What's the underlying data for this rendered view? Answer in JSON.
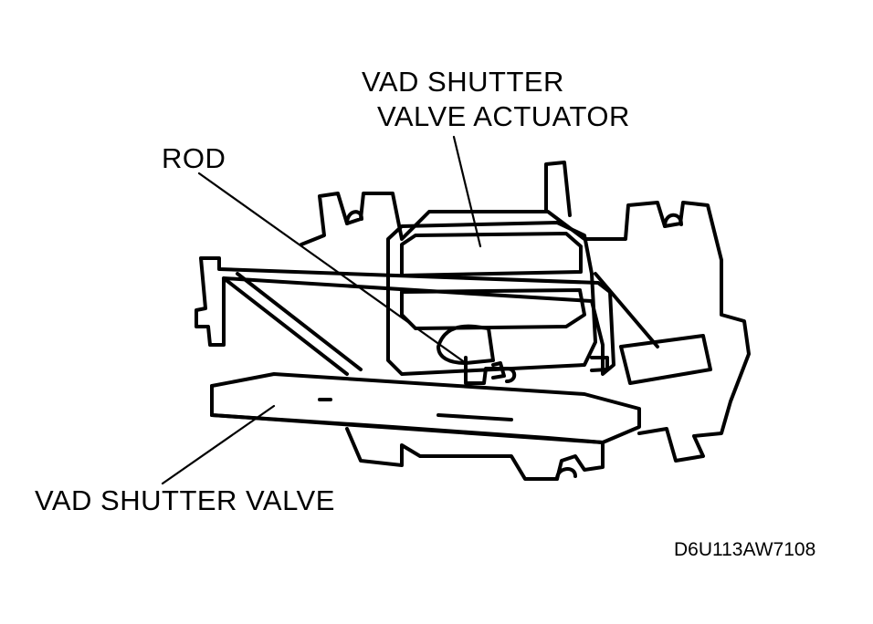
{
  "labels": {
    "actuator_line1": "VAD SHUTTER",
    "actuator_line2": "VALVE ACTUATOR",
    "rod": "ROD",
    "valve": "VAD SHUTTER VALVE"
  },
  "figure_code": "D6U113AW7108",
  "colors": {
    "ink": "#000000",
    "paper": "#ffffff"
  }
}
